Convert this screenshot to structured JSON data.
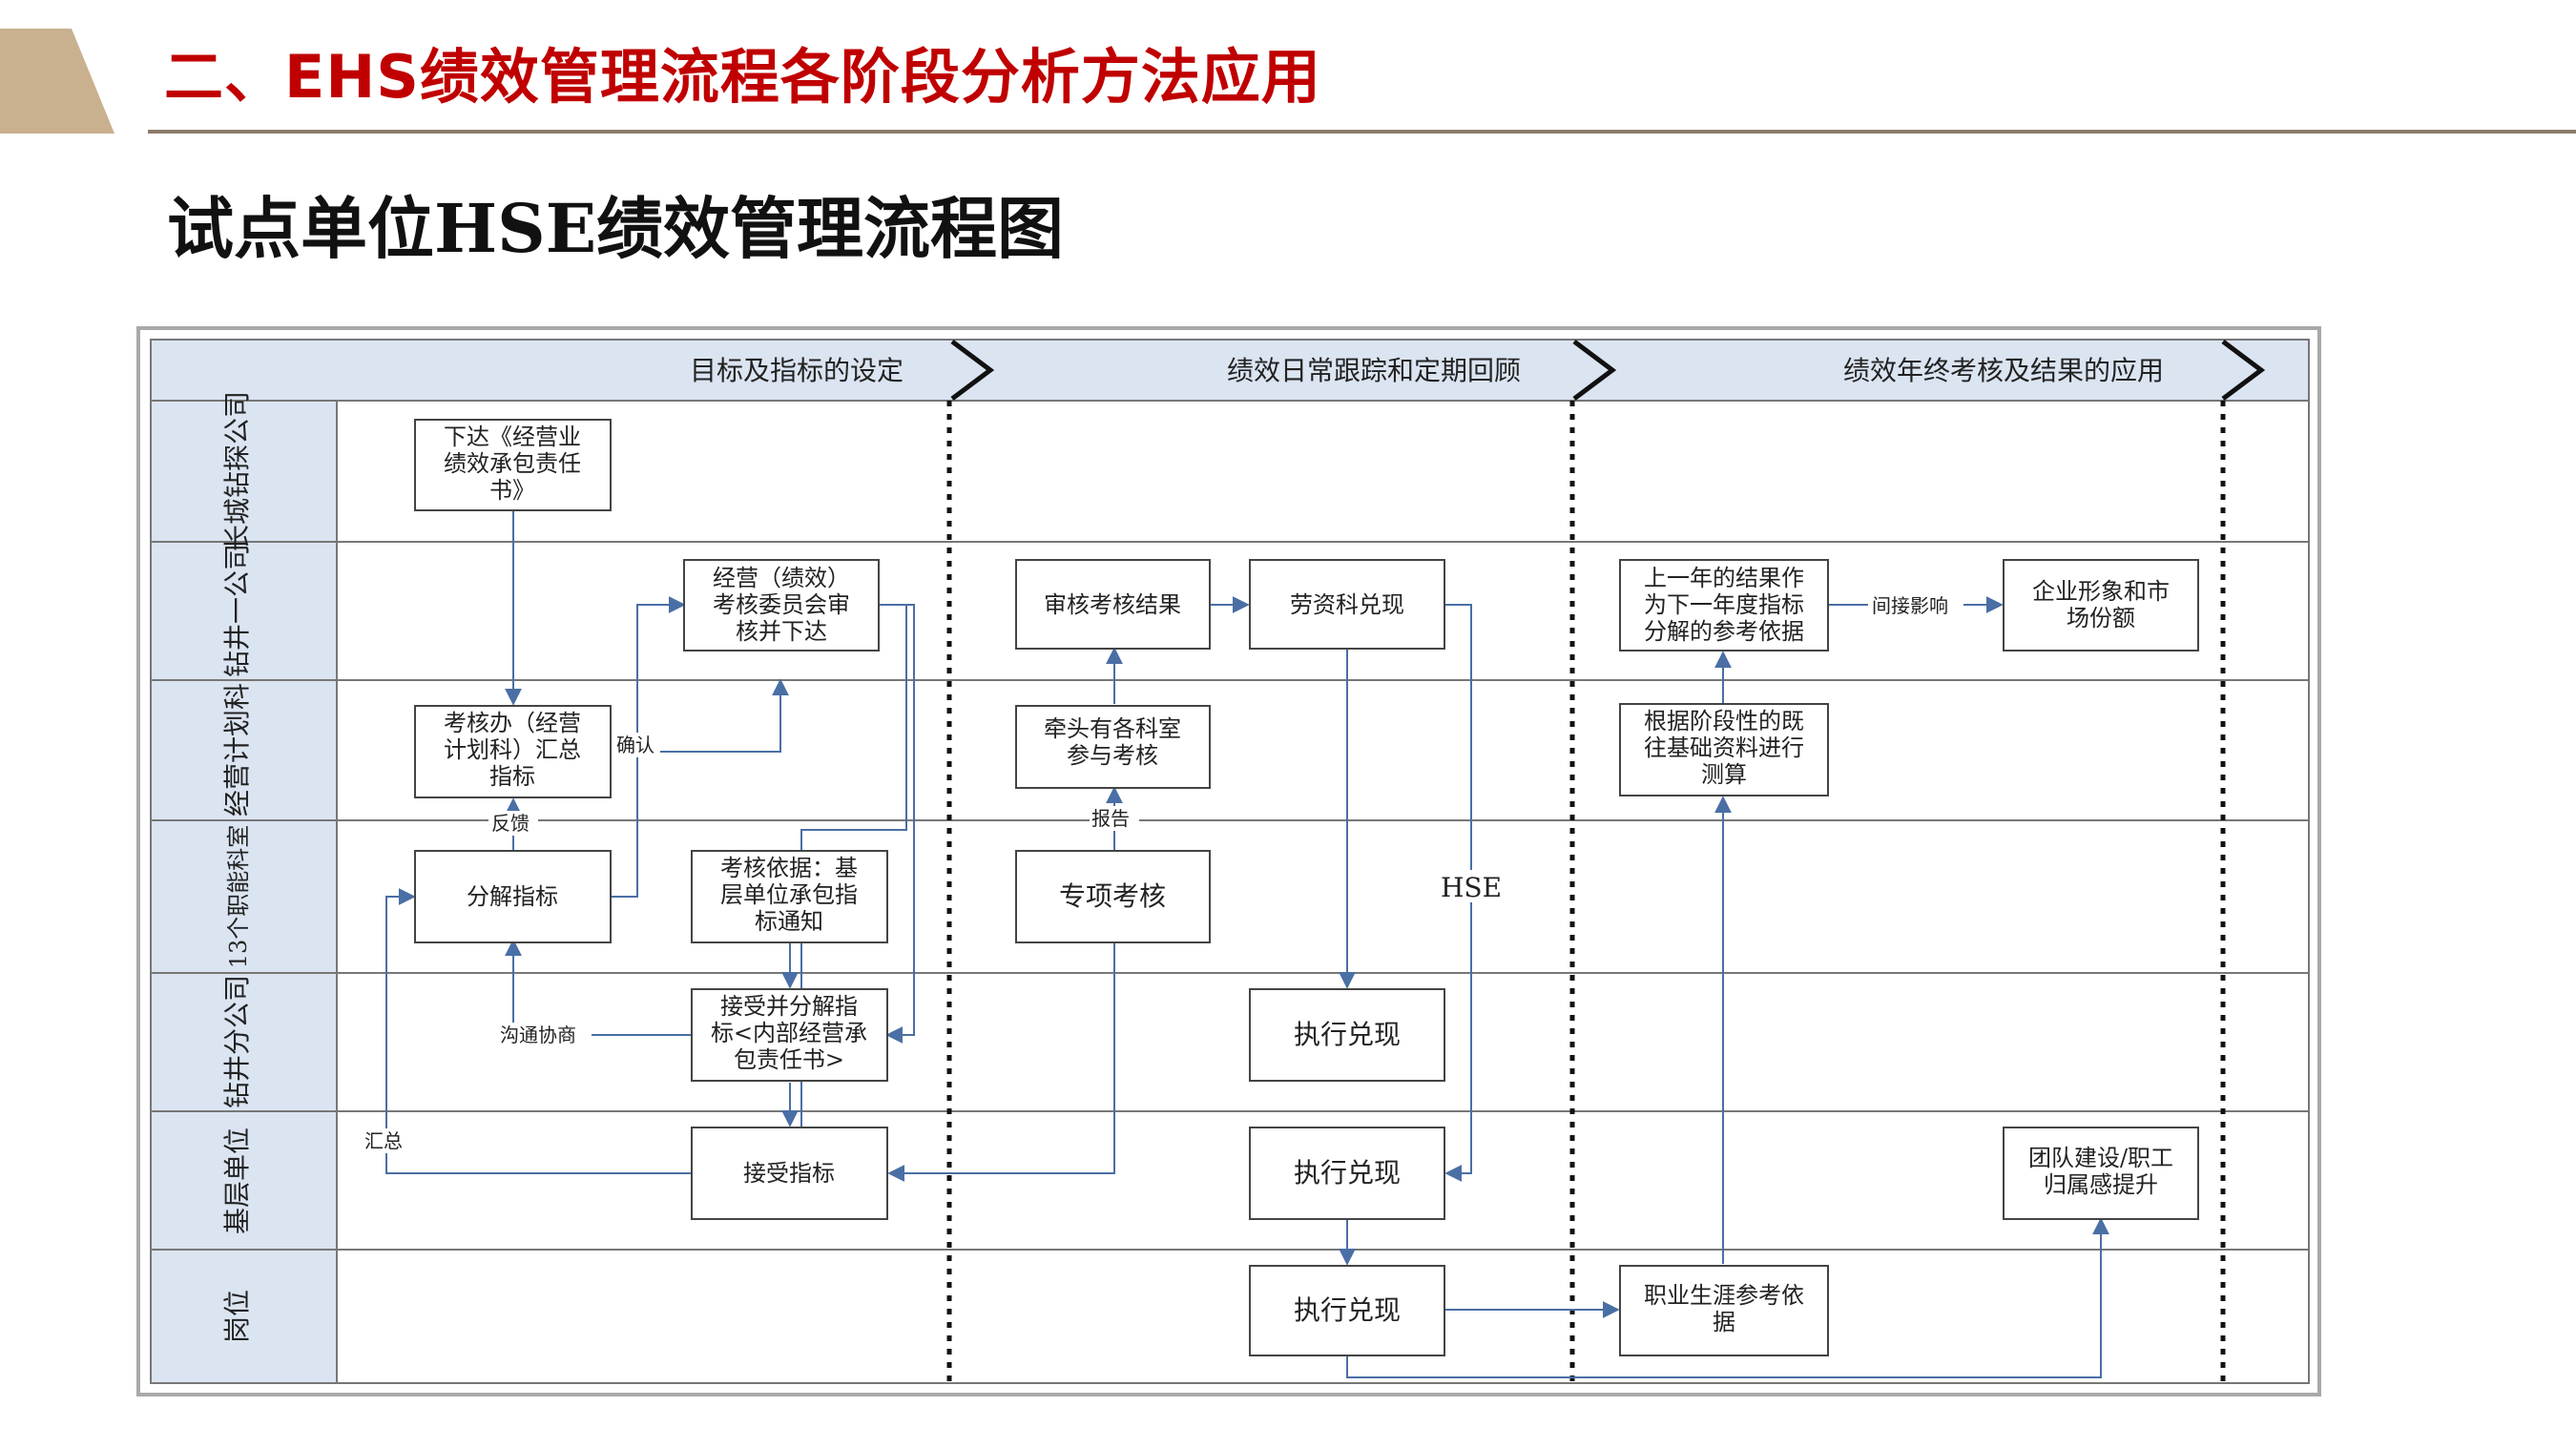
{
  "header": {
    "title": "二、EHS绩效管理流程各阶段分析方法应用",
    "subtitle": "试点单位HSE绩效管理流程图",
    "accent_color": "#c00000",
    "rule_color": "#8c7b6b",
    "corner_color": "#c9b08f"
  },
  "diagram": {
    "phases": [
      "目标及指标的设定",
      "绩效日常跟踪和定期回顾",
      "绩效年终考核及结果的应用"
    ],
    "lanes": [
      "长城钻探公司",
      "钻井一公司",
      "经营计划科",
      "13个职能科室",
      "钻井分公司",
      "基层单位",
      "岗位"
    ],
    "boxes": {
      "issue_contract": [
        "下达《经营业",
        "绩效承包责任",
        "书》"
      ],
      "committee_review": [
        "经营（绩效）",
        "考核委员会审",
        "核并下达"
      ],
      "summary": [
        "考核办（经营",
        "计划科）汇总",
        "指标"
      ],
      "decompose": "分解指标",
      "basis": [
        "考核依据：基",
        "层单位承包指",
        "标通知"
      ],
      "accept_decompose": [
        "接受并分解指",
        "标<内部经营承",
        "包责任书>"
      ],
      "accept_indicators": "接受指标",
      "review_results": "审核考核结果",
      "labor_redeem": "劳资科兑现",
      "lead_assess": [
        "牵头有各科室",
        "参与考核"
      ],
      "special_assess": "专项考核",
      "execute_branch": "执行兑现",
      "execute_unit": "执行兑现",
      "execute_post": "执行兑现",
      "prev_year": [
        "上一年的结果作",
        "为下一年度指标",
        "分解的参考依据"
      ],
      "corp_image": [
        "企业形象和市",
        "场份额"
      ],
      "calc": [
        "根据阶段性的既",
        "往基础资料进行",
        "测算"
      ],
      "career": [
        "职业生涯参考依",
        "据"
      ],
      "team": [
        "团队建设/职工",
        "归属感提升"
      ]
    },
    "edge_labels": {
      "confirm": "确认",
      "feedback": "反馈",
      "negotiate": "沟通协商",
      "summarize": "汇总",
      "report": "报告",
      "indirect": "间接影响",
      "hse": "HSE"
    }
  }
}
